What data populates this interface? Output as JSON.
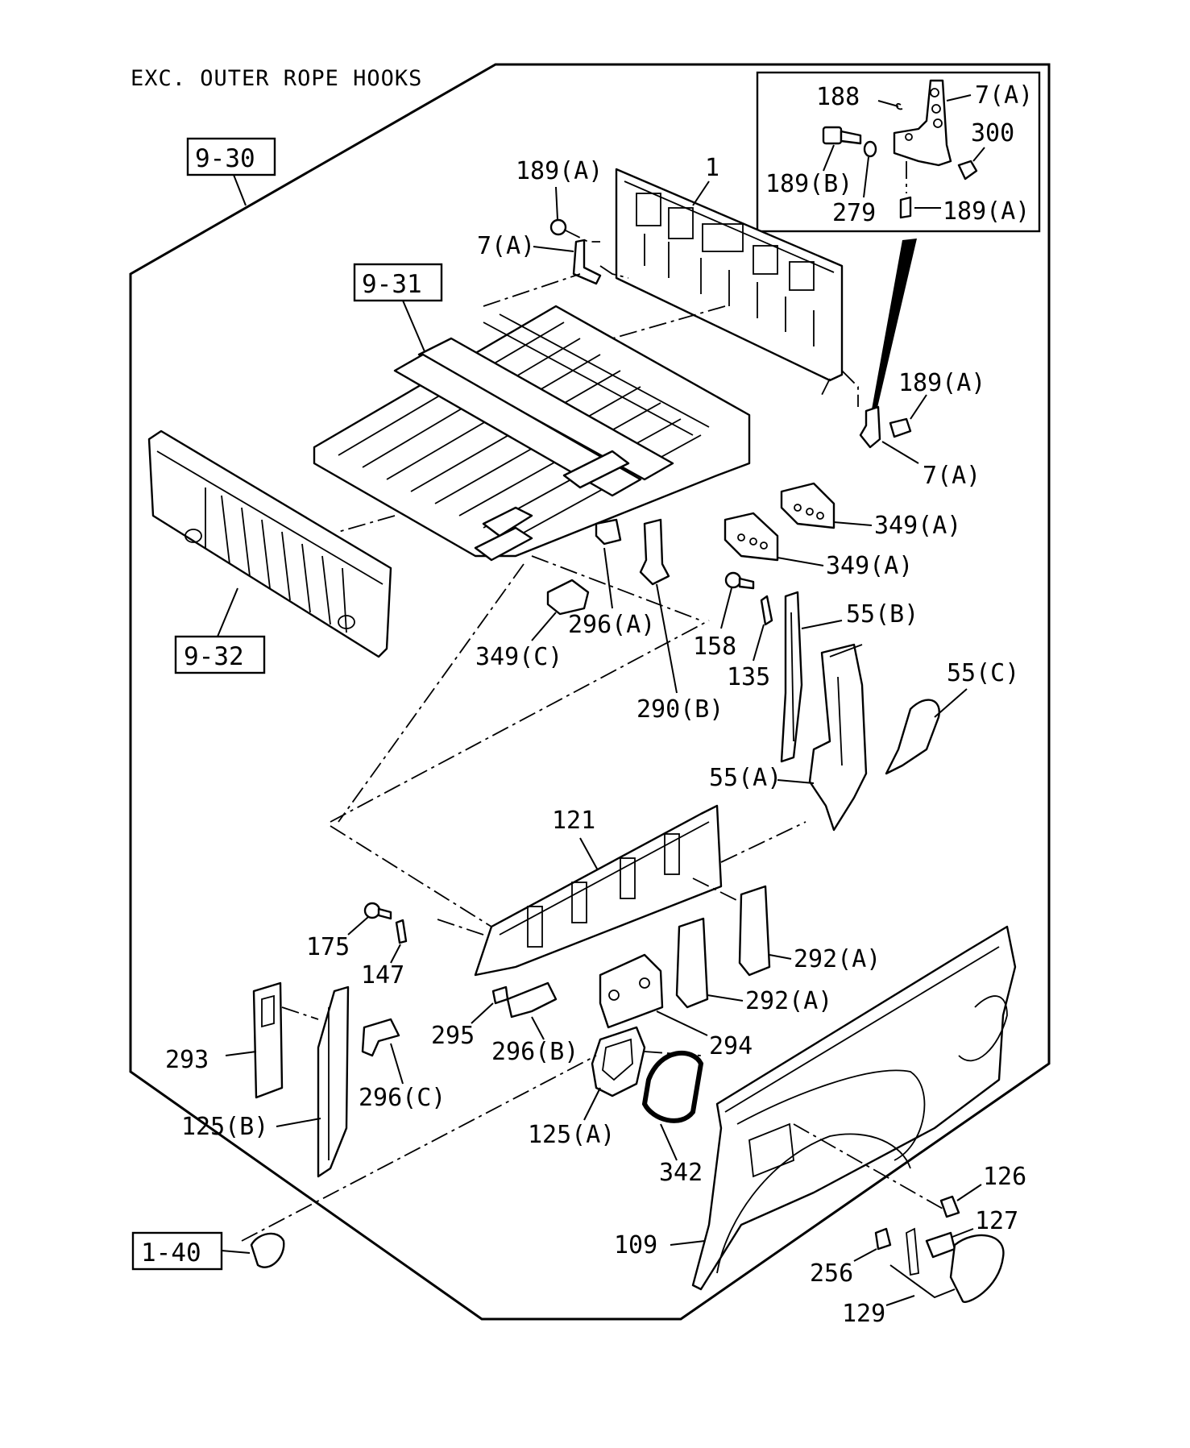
{
  "title": "EXC. OUTER ROPE HOOKS",
  "ref_boxes": [
    "9-30",
    "9-31",
    "9-32",
    "1-40"
  ],
  "inset_labels": [
    "188",
    "7(A)",
    "300",
    "189(B)",
    "279",
    "189(A)"
  ],
  "labels": {
    "l1": "1",
    "l189a_top": "189(A)",
    "l7a_left": "7(A)",
    "l189a_right": "189(A)",
    "l7a_right": "7(A)",
    "l349a_1": "349(A)",
    "l349a_2": "349(A)",
    "l296a": "296(A)",
    "l349c": "349(C)",
    "l158": "158",
    "l135": "135",
    "l55b": "55(B)",
    "l55c": "55(C)",
    "l290b": "290(B)",
    "l55a": "55(A)",
    "l121": "121",
    "l175": "175",
    "l147": "147",
    "l292a_1": "292(A)",
    "l292a_2": "292(A)",
    "l293": "293",
    "l295": "295",
    "l296b": "296(B)",
    "l294": "294",
    "l296c": "296(C)",
    "l125b": "125(B)",
    "l125a": "125(A)",
    "l342": "342",
    "l126": "126",
    "l127": "127",
    "l109": "109",
    "l256": "256",
    "l129": "129"
  }
}
